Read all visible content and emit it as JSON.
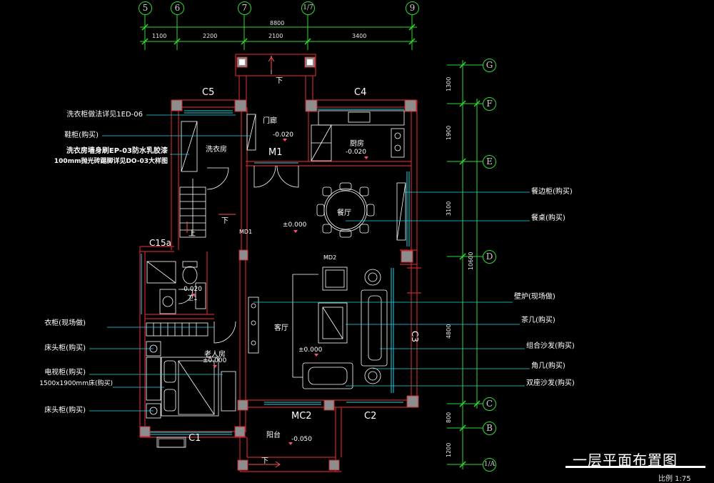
{
  "title": "一层平面布置图",
  "scale": "比例 1:75",
  "axes_top": [
    "5",
    "6",
    "7",
    "1/7",
    "9"
  ],
  "axes_right": [
    "G",
    "F",
    "E",
    "D",
    "C",
    "B",
    "1/A"
  ],
  "dims_top": {
    "total": "8800",
    "parts": [
      "1100",
      "2200",
      "2100",
      "3400"
    ]
  },
  "dims_right": {
    "total": "10600",
    "parts": [
      "1300",
      "1900",
      "3100",
      "4800",
      "800",
      "1200"
    ]
  },
  "rooms": {
    "porch": "门廊",
    "kitchen": "厨房",
    "laundry": "洗衣房",
    "dining": "餐厅",
    "living": "客厅",
    "elder_room": "老人房",
    "balcony": "阳台"
  },
  "tags": {
    "c5": "C5",
    "c4": "C4",
    "m1": "M1",
    "md1": "MD1",
    "md2": "MD2",
    "c15a": "C15a",
    "c1": "C1",
    "c2": "C2",
    "mc2": "MC2",
    "c3": "C3",
    "up": "上",
    "down1": "下",
    "down2": "下",
    "down3": "下",
    "toilet": "卫1"
  },
  "levels": {
    "porch": "-0.020",
    "kitchen": "-0.020",
    "main": "±0.000",
    "toilet": "-0.020",
    "living": "±0.000",
    "elder": "±0.000",
    "balcony": "-0.050"
  },
  "left_labels": [
    "洗衣柜做法详见1ED-06",
    "鞋柜(购买)",
    "洗衣房墙身刷EP-03防水乳胶漆",
    "100mm抛光砖踢脚详见DO-03大样图",
    "衣柜(现场做)",
    "床头柜(购买)",
    "电视柜(购买)",
    "1500x1900mm床(购买)",
    "床头柜(购买)"
  ],
  "right_labels": [
    "餐边柜(购买)",
    "餐桌(购买)",
    "壁炉(现场做)",
    "茶几(购买)",
    "组合沙发(购买)",
    "角几(购买)",
    "双座沙发(购买)"
  ],
  "colors": {
    "wall": "#c8262b",
    "dim": "#2fdc2f",
    "leader": "#23d6e6",
    "furniture": "#ffffff",
    "level": "#ff4a8a"
  }
}
